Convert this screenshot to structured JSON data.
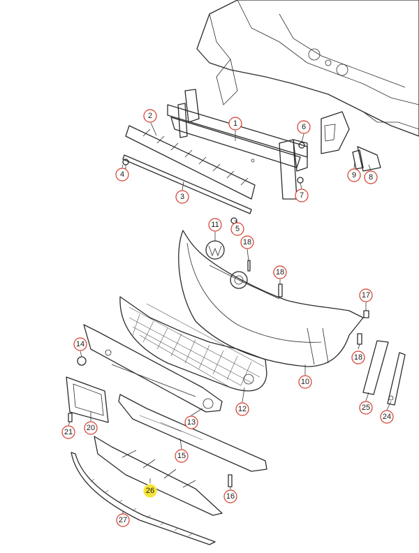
{
  "callouts": [
    {
      "id": "1",
      "label": "1"
    },
    {
      "id": "2",
      "label": "2"
    },
    {
      "id": "3",
      "label": "3"
    },
    {
      "id": "4",
      "label": "4"
    },
    {
      "id": "5",
      "label": "5"
    },
    {
      "id": "6",
      "label": "6"
    },
    {
      "id": "7",
      "label": "7"
    },
    {
      "id": "8",
      "label": "8"
    },
    {
      "id": "9",
      "label": "9"
    },
    {
      "id": "10",
      "label": "10"
    },
    {
      "id": "11",
      "label": "11"
    },
    {
      "id": "12",
      "label": "12"
    },
    {
      "id": "13",
      "label": "13"
    },
    {
      "id": "14",
      "label": "14"
    },
    {
      "id": "15",
      "label": "15"
    },
    {
      "id": "16",
      "label": "16"
    },
    {
      "id": "17",
      "label": "17"
    },
    {
      "id": "18a",
      "label": "18"
    },
    {
      "id": "18b",
      "label": "18"
    },
    {
      "id": "18c",
      "label": "18"
    },
    {
      "id": "20",
      "label": "20"
    },
    {
      "id": "21",
      "label": "21"
    },
    {
      "id": "24",
      "label": "24"
    },
    {
      "id": "25",
      "label": "25"
    },
    {
      "id": "26",
      "label": "26",
      "highlighted": true
    },
    {
      "id": "27",
      "label": "27"
    }
  ],
  "colors": {
    "callout_ring": "#d23a2a",
    "highlight": "#f5e33b",
    "line": "#2b2b2b"
  }
}
